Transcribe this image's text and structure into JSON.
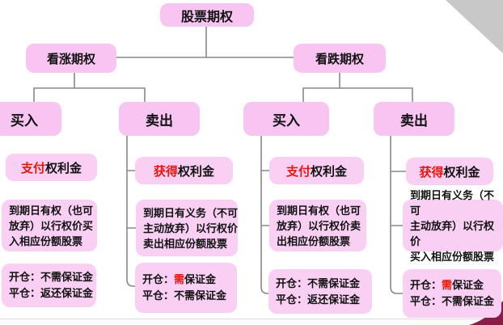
{
  "colors": {
    "box_pink": "#f8c4f2",
    "box_pink_light": "#f9d0f4",
    "highlight_red": "#e8150a",
    "connector_gray": "#85888e",
    "corner_gray": "#c8c8c8",
    "swoosh_maroon": "#8a1d46"
  },
  "diagram": {
    "root": "股票期权",
    "branches": [
      {
        "label": "看涨期权"
      },
      {
        "label": "看跌期权"
      }
    ],
    "columns": [
      {
        "action": "买入",
        "premium": {
          "red": "支付",
          "rest": "权利金"
        },
        "detail_lines": [
          "到期日有权（也可",
          "放弃）以行权价买",
          "入相应份额股票"
        ],
        "margin": {
          "l1_pre": "开仓：",
          "l1_red": "",
          "l1_post": "不需保证金",
          "l2": "平仓：返还保证金"
        }
      },
      {
        "action": "卖出",
        "premium": {
          "red": "获得",
          "rest": "权利金"
        },
        "detail_lines": [
          "到期日有义务（不可",
          "主动放弃）以行权价",
          "卖出相应份额股票"
        ],
        "margin": {
          "l1_pre": "开仓：",
          "l1_red": "需",
          "l1_post": "保证金",
          "l2": "平仓：不需保证金"
        }
      },
      {
        "action": "买入",
        "premium": {
          "red": "支付",
          "rest": "权利金"
        },
        "detail_lines": [
          "到期日有权（也可",
          "放弃）以行权价卖",
          "出相应份额股票"
        ],
        "margin": {
          "l1_pre": "开仓：",
          "l1_red": "",
          "l1_post": "不需保证金",
          "l2": "平仓：返还保证金"
        }
      },
      {
        "action": "卖出",
        "premium": {
          "red": "获得",
          "rest": "权利金"
        },
        "detail_lines": [
          "到期日有义务（不可",
          "主动放弃）以行权价",
          "买入相应份额股票"
        ],
        "margin": {
          "l1_pre": "开仓：",
          "l1_red": "需",
          "l1_post": "保证金",
          "l2": "平仓：不需保证金"
        }
      }
    ]
  }
}
